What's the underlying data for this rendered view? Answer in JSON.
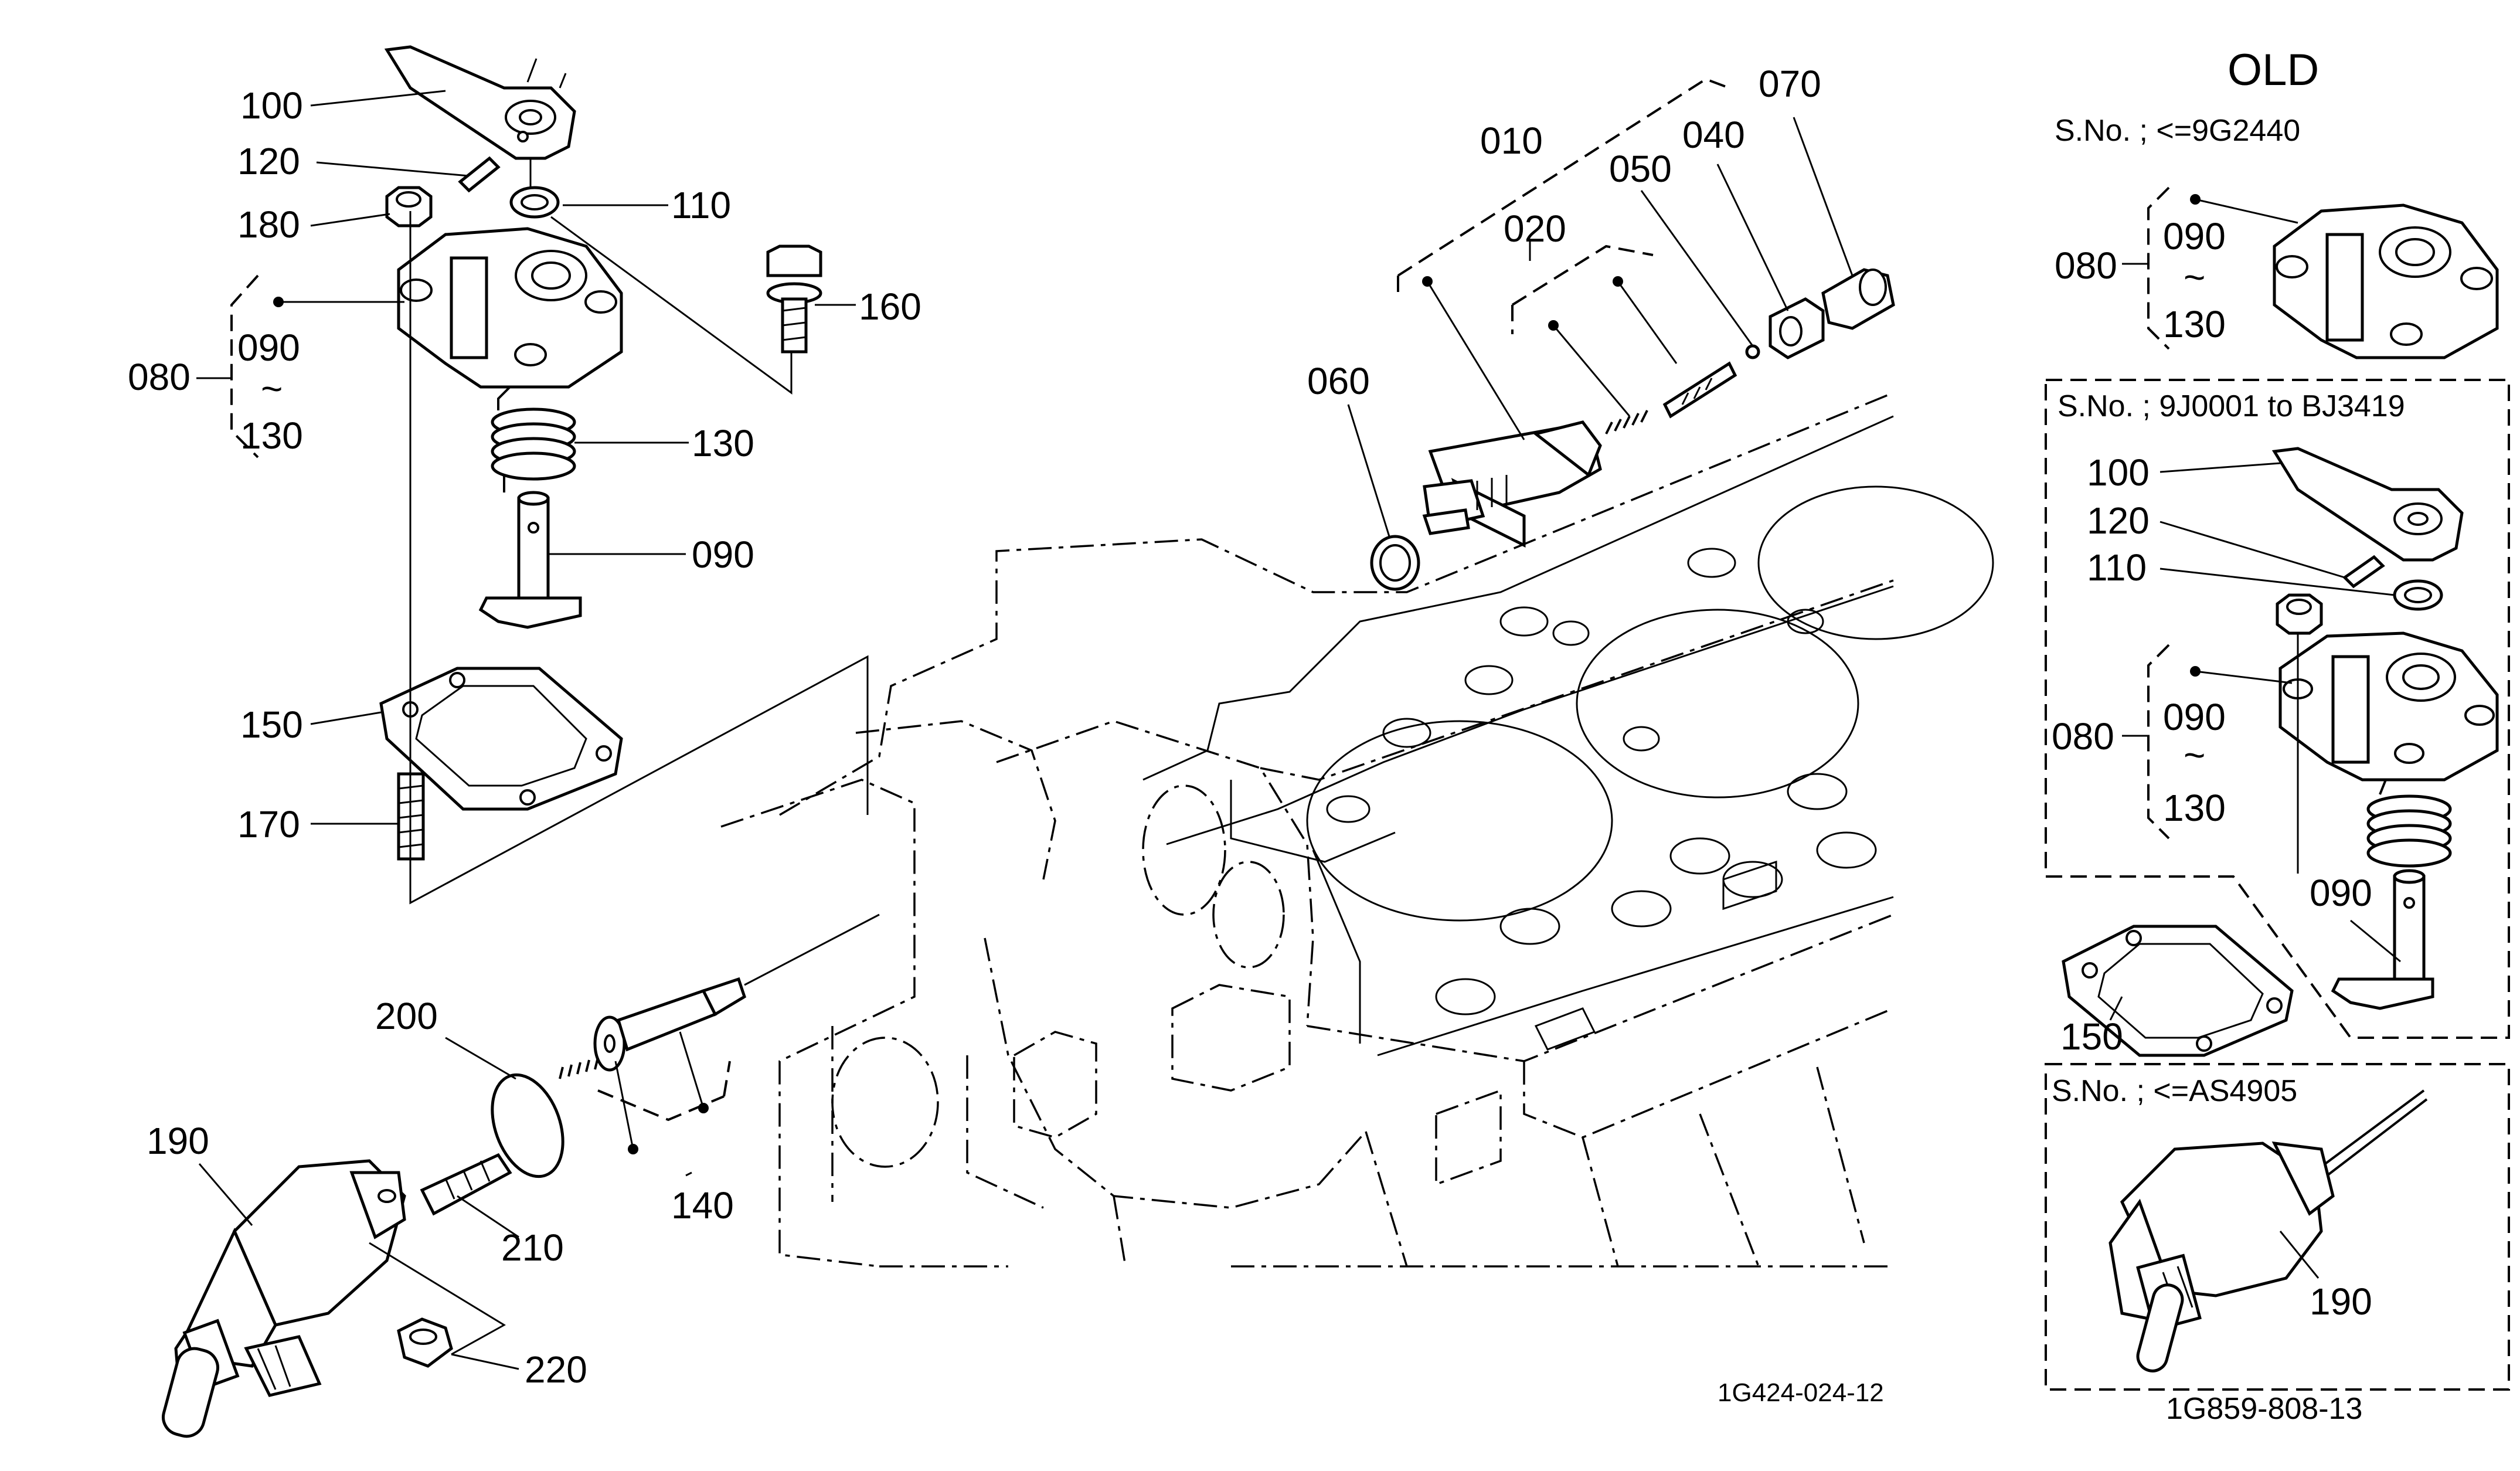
{
  "drawing": {
    "main_code": "1G424-024-12",
    "old_code": "1G859-808-13"
  },
  "callouts": {
    "c100": "100",
    "c120": "120",
    "c180": "180",
    "c110": "110",
    "c080": "080",
    "c090": "090",
    "tilde": "~",
    "c130a": "130",
    "c160": "160",
    "c130": "130",
    "c090b": "090",
    "c150": "150",
    "c170": "170",
    "c200": "200",
    "c190": "190",
    "c210": "210",
    "c220": "220",
    "c140": "140",
    "c010": "010",
    "c020": "020",
    "c050": "050",
    "c040": "040",
    "c070": "070",
    "c060": "060"
  },
  "old_panel": {
    "title": "OLD",
    "sno_1": "S.No. ; <=9G2440",
    "p1_080": "080",
    "p1_090": "090",
    "p1_tilde": "~",
    "p1_130": "130",
    "sno_2": "S.No. ; 9J0001 to BJ3419",
    "p2_100": "100",
    "p2_120": "120",
    "p2_110": "110",
    "p2_080": "080",
    "p2_090": "090",
    "p2_tilde": "~",
    "p2_130": "130",
    "p2_090b": "090",
    "p2_150": "150",
    "sno_3": "S.No. ; <=AS4905",
    "p3_190": "190"
  }
}
